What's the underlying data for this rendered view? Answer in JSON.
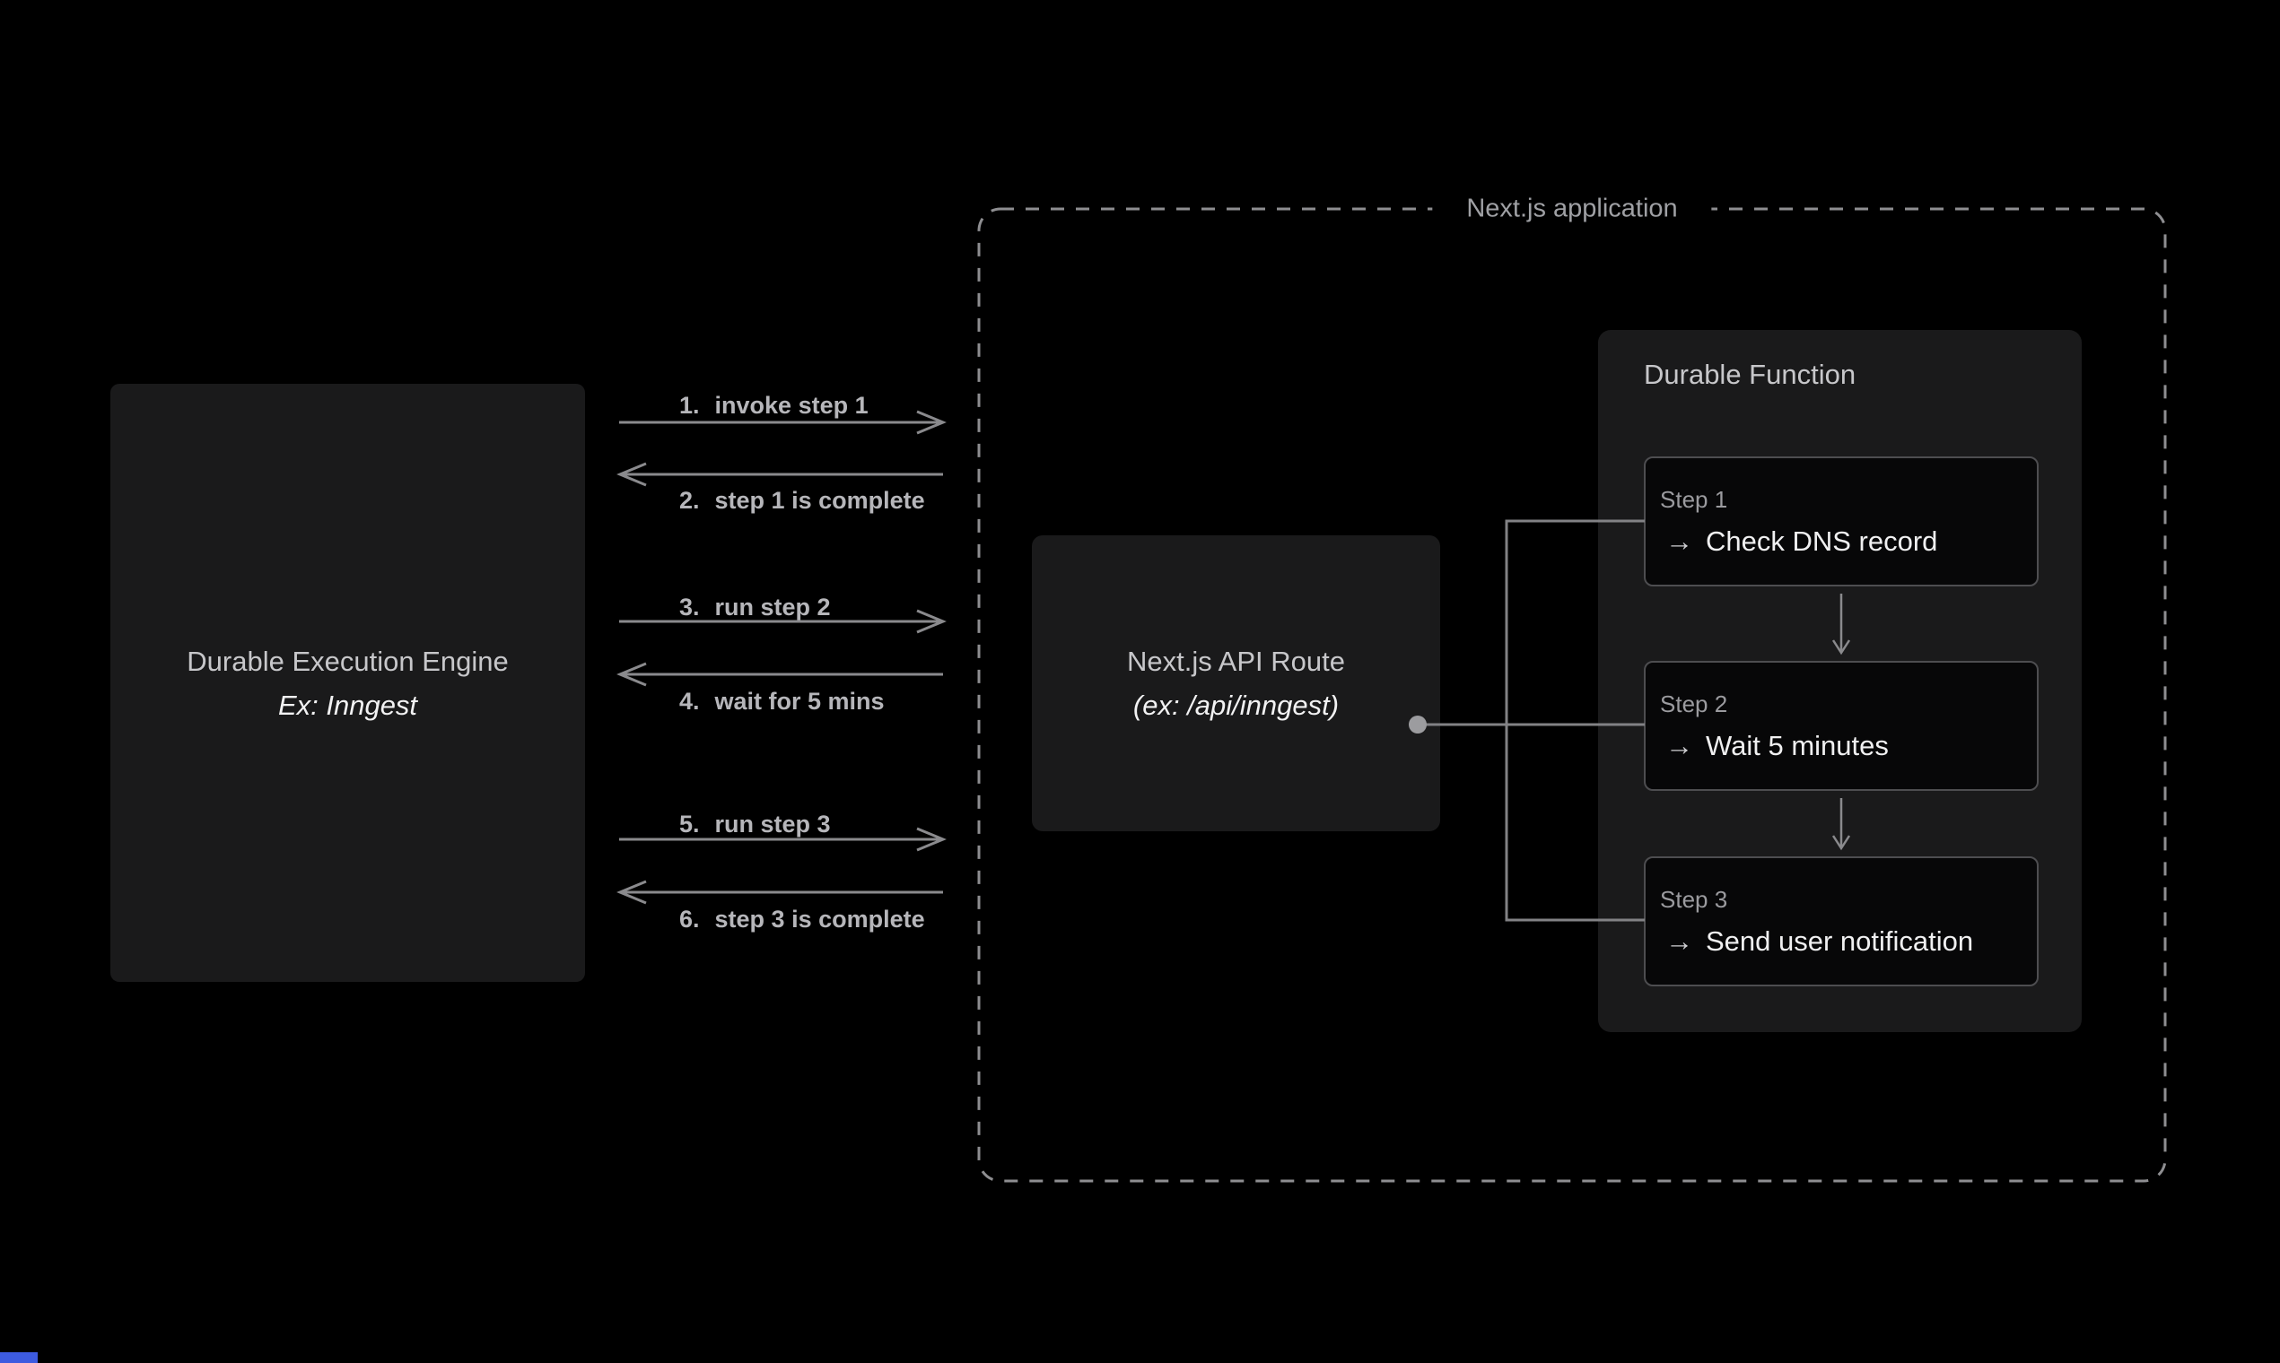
{
  "engine_box": {
    "title": "Durable Execution Engine",
    "subtitle": "Ex: Inngest"
  },
  "messages": [
    {
      "num": "1.",
      "text": "invoke step 1",
      "direction": "right"
    },
    {
      "num": "2.",
      "text": "step 1 is complete",
      "direction": "left"
    },
    {
      "num": "3.",
      "text": "run step 2",
      "direction": "right"
    },
    {
      "num": "4.",
      "text": "wait for 5 mins",
      "direction": "left"
    },
    {
      "num": "5.",
      "text": "run step 3",
      "direction": "right"
    },
    {
      "num": "6.",
      "text": "step 3 is complete",
      "direction": "left"
    }
  ],
  "app_container": {
    "label": "Next.js application"
  },
  "api_box": {
    "title": "Next.js API Route",
    "subtitle": "(ex: /api/inngest)"
  },
  "durable_function": {
    "title": "Durable Function",
    "steps": [
      {
        "label": "Step 1",
        "arrow": "→",
        "text": "Check DNS record"
      },
      {
        "label": "Step 2",
        "arrow": "→",
        "text": "Wait 5 minutes"
      },
      {
        "label": "Step 3",
        "arrow": "→",
        "text": "Send user notification"
      }
    ]
  },
  "colors": {
    "background": "#000000",
    "box_fill": "#1a1a1b",
    "card_fill": "#070708",
    "card_border": "#4d4d50",
    "line_gray": "#8a8a8d",
    "connector_gray": "#828285",
    "dot_gray": "#9c9c9f",
    "title_gray": "#c7c7ca",
    "dim_gray": "#9b9b9f",
    "text_white": "#f2f2f3",
    "label_gray": "#b6b6ba",
    "marker_blue": "#3d5be0"
  }
}
